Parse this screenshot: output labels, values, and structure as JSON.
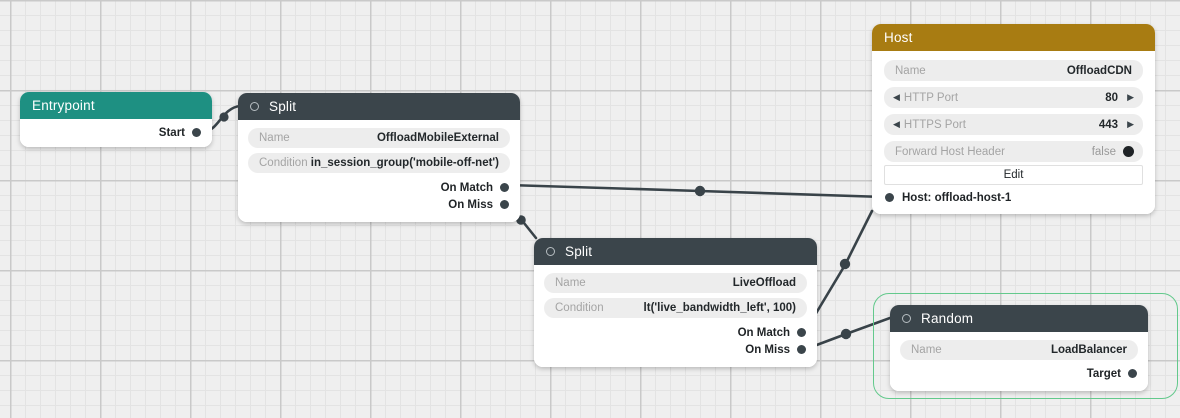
{
  "canvas": {
    "background_color": "#efefef",
    "grid_minor_color": "#e3e3e3",
    "grid_major_color": "#c9c9c9",
    "edge_color": "#394349",
    "selection_color": "#63c98c"
  },
  "nodes": [
    {
      "id": "entrypoint",
      "title": "Entrypoint",
      "header_color": "#1e9082",
      "has_circle_icon": false,
      "fields": [],
      "output_ports": [
        {
          "label": "Start"
        }
      ],
      "input_ports": [],
      "selected": false
    },
    {
      "id": "split-offload-mobile-external",
      "title": "Split",
      "header_color": "#3b454b",
      "has_circle_icon": true,
      "fields": [
        {
          "label": "Name",
          "value": "OffloadMobileExternal",
          "type": "text"
        },
        {
          "label": "Condition",
          "value": "in_session_group('mobile-off-net')",
          "type": "text"
        }
      ],
      "output_ports": [
        {
          "label": "On Match"
        },
        {
          "label": "On Miss"
        }
      ],
      "input_ports": [],
      "selected": false
    },
    {
      "id": "split-live-offload",
      "title": "Split",
      "header_color": "#3b454b",
      "has_circle_icon": true,
      "fields": [
        {
          "label": "Name",
          "value": "LiveOffload",
          "type": "text"
        },
        {
          "label": "Condition",
          "value": "lt('live_bandwidth_left', 100)",
          "type": "text"
        }
      ],
      "output_ports": [
        {
          "label": "On Match"
        },
        {
          "label": "On Miss"
        }
      ],
      "input_ports": [],
      "selected": false
    },
    {
      "id": "host-offload-cdn",
      "title": "Host",
      "header_color": "#a87c12",
      "has_circle_icon": false,
      "fields": [
        {
          "label": "Name",
          "value": "OffloadCDN",
          "type": "text"
        },
        {
          "label": "HTTP Port",
          "value": "80",
          "type": "stepper"
        },
        {
          "label": "HTTPS Port",
          "value": "443",
          "type": "stepper"
        },
        {
          "label": "Forward Host Header",
          "value": "false",
          "type": "toggle"
        }
      ],
      "button": {
        "label": "Edit"
      },
      "output_ports": [],
      "input_ports": [
        {
          "label": "Host: offload-host-1"
        }
      ],
      "selected": false
    },
    {
      "id": "random-load-balancer",
      "title": "Random",
      "header_color": "#3b454b",
      "has_circle_icon": true,
      "fields": [
        {
          "label": "Name",
          "value": "LoadBalancer",
          "type": "text"
        }
      ],
      "output_ports": [
        {
          "label": "Target"
        }
      ],
      "input_ports": [],
      "selected": true
    }
  ],
  "icons": {
    "node_state_icon": "circle-outline-icon",
    "stepper_decrement": "◀",
    "stepper_increment": "▶"
  },
  "edges": [
    {
      "from": "entrypoint.Start",
      "to": "split-offload-mobile-external"
    },
    {
      "from": "split-offload-mobile-external.On Match",
      "to": "host-offload-cdn.Host"
    },
    {
      "from": "split-offload-mobile-external.On Miss",
      "to": "split-live-offload"
    },
    {
      "from": "split-live-offload.On Match",
      "to": "host-offload-cdn.Host"
    },
    {
      "from": "split-live-offload.On Miss",
      "to": "random-load-balancer"
    }
  ]
}
